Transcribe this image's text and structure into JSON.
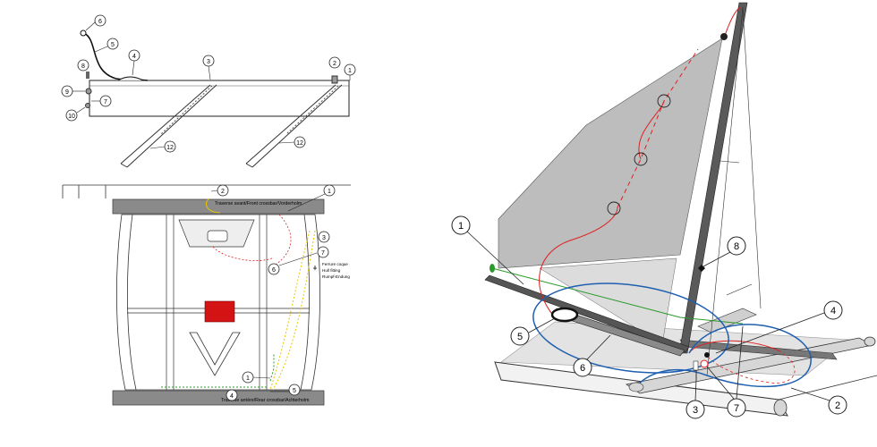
{
  "colors": {
    "sail": "#bdbdbd",
    "beam": "#6e6e6e",
    "deck": "#d9d9d9",
    "red_line": "#e02020",
    "blue_loop": "#1f5fb0",
    "green_line": "#2a9a2a",
    "yellow_line": "#e8c800",
    "red_box": "#d41414"
  },
  "top_diagram": {
    "callouts": [
      "1",
      "2",
      "3",
      "4",
      "5",
      "6",
      "7",
      "8",
      "9",
      "10",
      "12",
      "12"
    ]
  },
  "plan_diagram": {
    "front_label": "Traverse avant/Front crossbar/Vorderholm",
    "rear_label": "Traverse arrière/Rear crossbar/Achterholm",
    "hull_fitting": [
      "Ferrure coque",
      "Hull fitting",
      "Rumpf-Endung"
    ],
    "callouts": [
      "2",
      "1",
      "3",
      "7",
      "6",
      "1",
      "4",
      "5"
    ]
  },
  "boat_diagram": {
    "callouts": [
      "1",
      "8",
      "4",
      "5",
      "6",
      "3",
      "7",
      "2"
    ]
  }
}
